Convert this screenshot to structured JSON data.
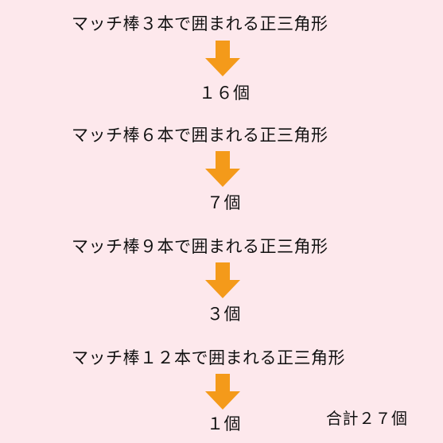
{
  "colors": {
    "background": "#fde8ec",
    "arrow": "#f49a1a",
    "text": "#111111"
  },
  "steps": [
    {
      "label": "マッチ棒３本で囲まれる正三角形",
      "count": "１６個",
      "arrow_icon": "down-arrow-icon"
    },
    {
      "label": "マッチ棒６本で囲まれる正三角形",
      "count": "７個",
      "arrow_icon": "down-arrow-icon"
    },
    {
      "label": "マッチ棒９本で囲まれる正三角形",
      "count": "３個",
      "arrow_icon": "down-arrow-icon"
    },
    {
      "label": "マッチ棒１２本で囲まれる正三角形",
      "count": "１個",
      "arrow_icon": "down-arrow-icon"
    }
  ],
  "total": "合計２７個"
}
